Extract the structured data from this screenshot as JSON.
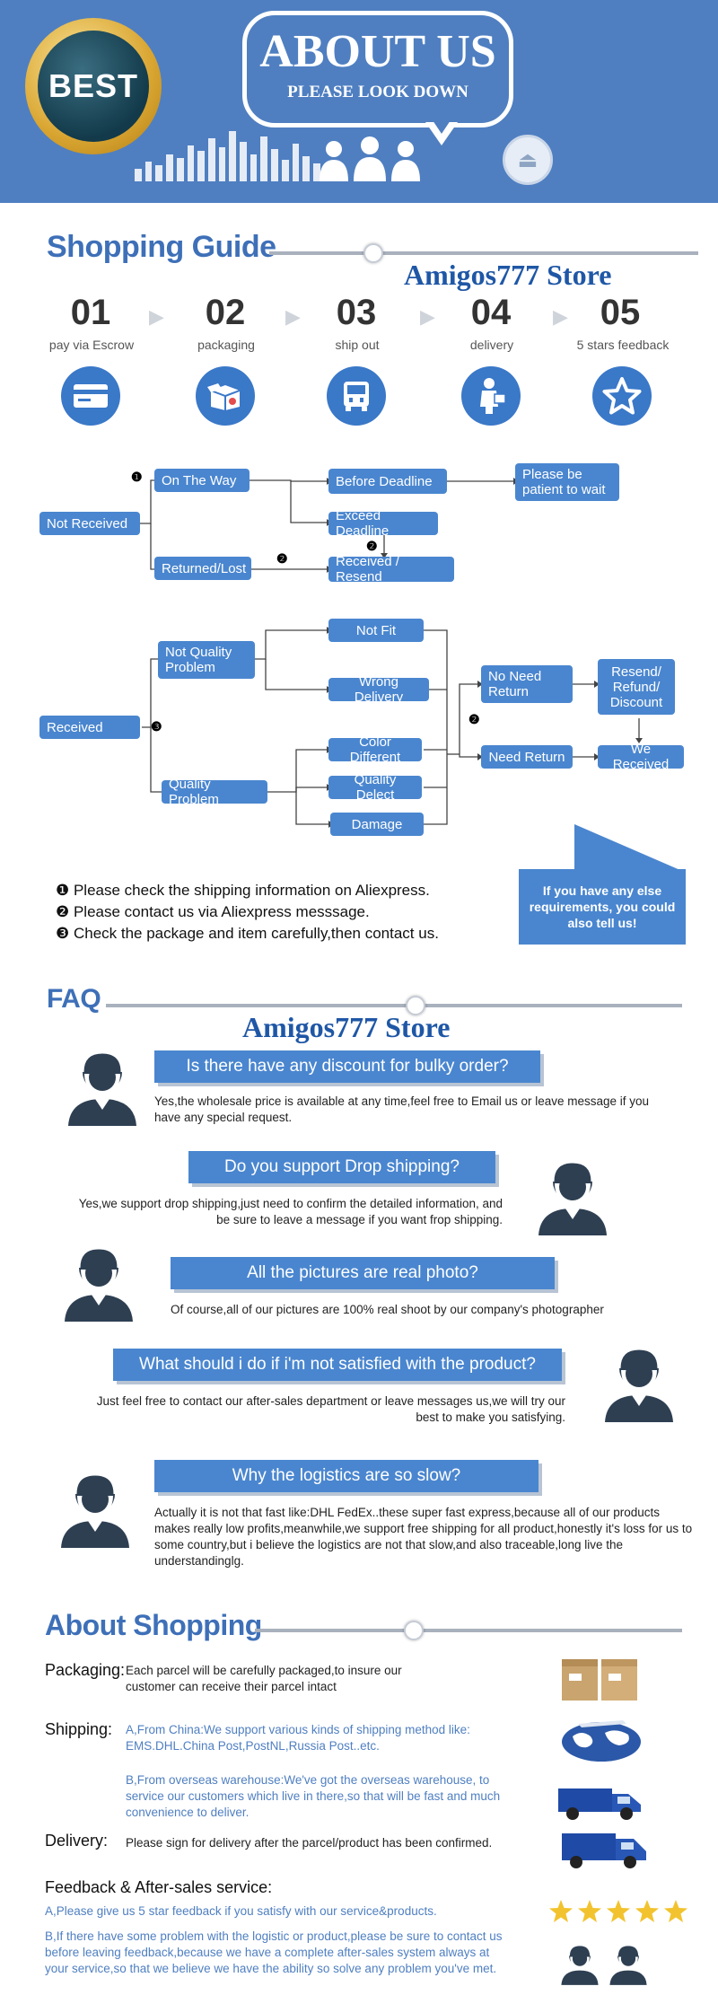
{
  "header": {
    "badge_text": "BEST",
    "title": "ABOUT US",
    "subtitle": "PLEASE LOOK DOWN",
    "eject_glyph": "⏏"
  },
  "guide": {
    "title": "Shopping Guide",
    "store_name": "Amigos777 Store",
    "steps": [
      {
        "num": "01",
        "label": "pay via Escrow",
        "icon": "credit-card-icon"
      },
      {
        "num": "02",
        "label": "packaging",
        "icon": "box-icon"
      },
      {
        "num": "03",
        "label": "ship out",
        "icon": "truck-icon"
      },
      {
        "num": "04",
        "label": "delivery",
        "icon": "delivery-person-icon"
      },
      {
        "num": "05",
        "label": "5 stars feedback",
        "icon": "star-icon"
      }
    ],
    "arrow_glyph": "▶"
  },
  "flow1": {
    "not_received": "Not   Received",
    "on_the_way": "On The Way",
    "before_deadline": "Before Deadline",
    "exceed_deadline": "Exceed Deadline",
    "patient": "Please be patient to wait",
    "returned_lost": "Returned/Lost",
    "received_resend": "Received / Resend",
    "m1": "❶",
    "m2": "❷"
  },
  "flow2": {
    "received": "Received",
    "not_quality": "Not   Quality Problem",
    "quality_problem": "Quality Problem",
    "not_fit": "Not Fit",
    "wrong_delivery": "Wrong Delivery",
    "color_different": "Color Different",
    "quality_delect": "Quality Delect",
    "damage": "Damage",
    "no_need_return": "No Need Return",
    "need_return": "Need Return",
    "resend_refund": "Resend/ Refund/ Discount",
    "we_received": "We Received",
    "m2": "❷",
    "m3": "❸"
  },
  "notes": [
    "❶ Please check the shipping information on Aliexpress.",
    "❷ Please contact us via Aliexpress messsage.",
    "❸ Check the package and item carefully,then contact us."
  ],
  "callout": "If you have any else requirements, you could also tell us!",
  "faq": {
    "title": "FAQ",
    "store_name": "Amigos777 Store",
    "items": [
      {
        "q": "Is there have any discount for bulky order?",
        "a": "Yes,the wholesale price is available at any time,feel free to Email us or leave message if you have any special request."
      },
      {
        "q": "Do you support Drop shipping?",
        "a": "Yes,we support drop shipping,just need to confirm the detailed information, and be sure to leave a message if you want frop shipping."
      },
      {
        "q": "All the pictures are real photo?",
        "a": "Of course,all of our pictures are 100% real shoot by our company's photographer"
      },
      {
        "q": "What should i do if i'm not satisfied with the product?",
        "a": "Just feel free to contact our after-sales department or leave messages us,we will try our best to make you satisfying."
      },
      {
        "q": "Why the logistics are so slow?",
        "a": "Actually it is not that fast like:DHL FedEx..these super fast express,because all of our products makes really low profits,meanwhile,we support free shipping for all product,honestly it's loss for us to some country,but i believe the logistics are not that slow,and also traceable,long live the understandinglg."
      }
    ]
  },
  "about_shopping": {
    "title": "About Shopping",
    "packaging_label": "Packaging:",
    "packaging_text": "Each parcel will be carefully packaged,to insure our customer can receive their parcel intact",
    "shipping_label": "Shipping:",
    "shipping_a": "A,From China:We support various kinds of shipping method like: EMS.DHL.China Post,PostNL,Russia Post..etc.",
    "shipping_b": "B,From overseas warehouse:We've got the overseas warehouse, to service our customers which live in there,so that will be fast and much convenience to deliver.",
    "delivery_label": "Delivery:",
    "delivery_text": "Please sign for delivery after the parcel/product has been confirmed.",
    "feedback_label": "Feedback & After-sales service:",
    "feedback_a": "A,Please give us 5 star feedback if you satisfy with our service&products.",
    "feedback_b": "B,If there have some problem with the logistic or product,please be sure to contact us before leaving feedback,because we have a complete after-sales system always at your service,so that we believe we have the ability so solve any problem you've met."
  },
  "colors": {
    "brand_blue": "#4f7fc1",
    "box_blue": "#4a86cf",
    "title_blue": "#3e70b8"
  }
}
